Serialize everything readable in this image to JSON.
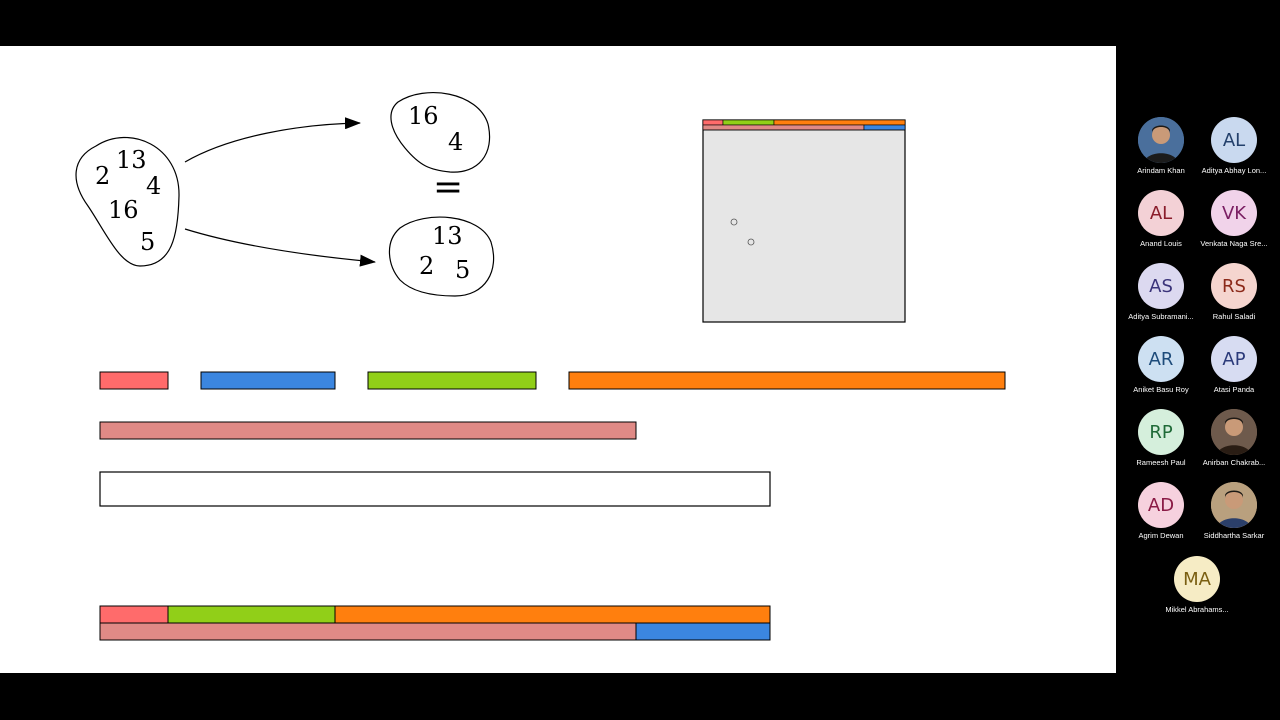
{
  "slide": {
    "set_left": {
      "elements": [
        "2",
        "13",
        "4",
        "16",
        "5"
      ]
    },
    "set_top": {
      "elements": [
        "16",
        "4"
      ]
    },
    "set_bottom": {
      "elements": [
        "13",
        "2",
        "5"
      ]
    },
    "equals_sign": "=",
    "bar_colors": {
      "red": "#ff6b6b",
      "blue": "#3b86e0",
      "green": "#91cf18",
      "orange": "#ff7f0e",
      "pink": "#e08a86",
      "panel_gray": "#e6e6e6"
    }
  },
  "participants": [
    {
      "initials": "",
      "name": "Arindam Khan",
      "photo": true,
      "avatar_bg": "#4a6f9c",
      "avatar_fg": "#1b1b1b",
      "icon": "person-photo-icon"
    },
    {
      "initials": "AL",
      "name": "Aditya Abhay Lon...",
      "photo": false,
      "avatar_bg": "#c9d9ef",
      "avatar_fg": "#23406b"
    },
    {
      "initials": "AL",
      "name": "Anand Louis",
      "photo": false,
      "avatar_bg": "#f3d1d6",
      "avatar_fg": "#8a1d2b"
    },
    {
      "initials": "VK",
      "name": "Venkata Naga Sre...",
      "photo": false,
      "avatar_bg": "#f1d3ea",
      "avatar_fg": "#7a1f63"
    },
    {
      "initials": "AS",
      "name": "Aditya Subramani...",
      "photo": false,
      "avatar_bg": "#dcd9f0",
      "avatar_fg": "#3b347a"
    },
    {
      "initials": "RS",
      "name": "Rahul Saladi",
      "photo": false,
      "avatar_bg": "#f5d5cf",
      "avatar_fg": "#8c2a1a"
    },
    {
      "initials": "AR",
      "name": "Aniket Basu Roy",
      "photo": false,
      "avatar_bg": "#cde0f2",
      "avatar_fg": "#1d4b7a"
    },
    {
      "initials": "AP",
      "name": "Atasi Panda",
      "photo": false,
      "avatar_bg": "#d7dcf2",
      "avatar_fg": "#2b3a7a"
    },
    {
      "initials": "RP",
      "name": "Rameesh Paul",
      "photo": false,
      "avatar_bg": "#d5efdc",
      "avatar_fg": "#1f6a37"
    },
    {
      "initials": "",
      "name": "Anirban Chakrab...",
      "photo": true,
      "avatar_bg": "#6e5a4c",
      "avatar_fg": "#2a1d14",
      "icon": "person-photo-icon"
    },
    {
      "initials": "AD",
      "name": "Agrim Dewan",
      "photo": false,
      "avatar_bg": "#f6d1de",
      "avatar_fg": "#8a1a45"
    },
    {
      "initials": "",
      "name": "Siddhartha Sarkar",
      "photo": true,
      "avatar_bg": "#b9a07e",
      "avatar_fg": "#2b3f6a",
      "icon": "person-photo-icon"
    },
    {
      "initials": "MA",
      "name": "Mikkel Abrahams...",
      "photo": false,
      "avatar_bg": "#f6ecc5",
      "avatar_fg": "#7a5f12"
    }
  ]
}
